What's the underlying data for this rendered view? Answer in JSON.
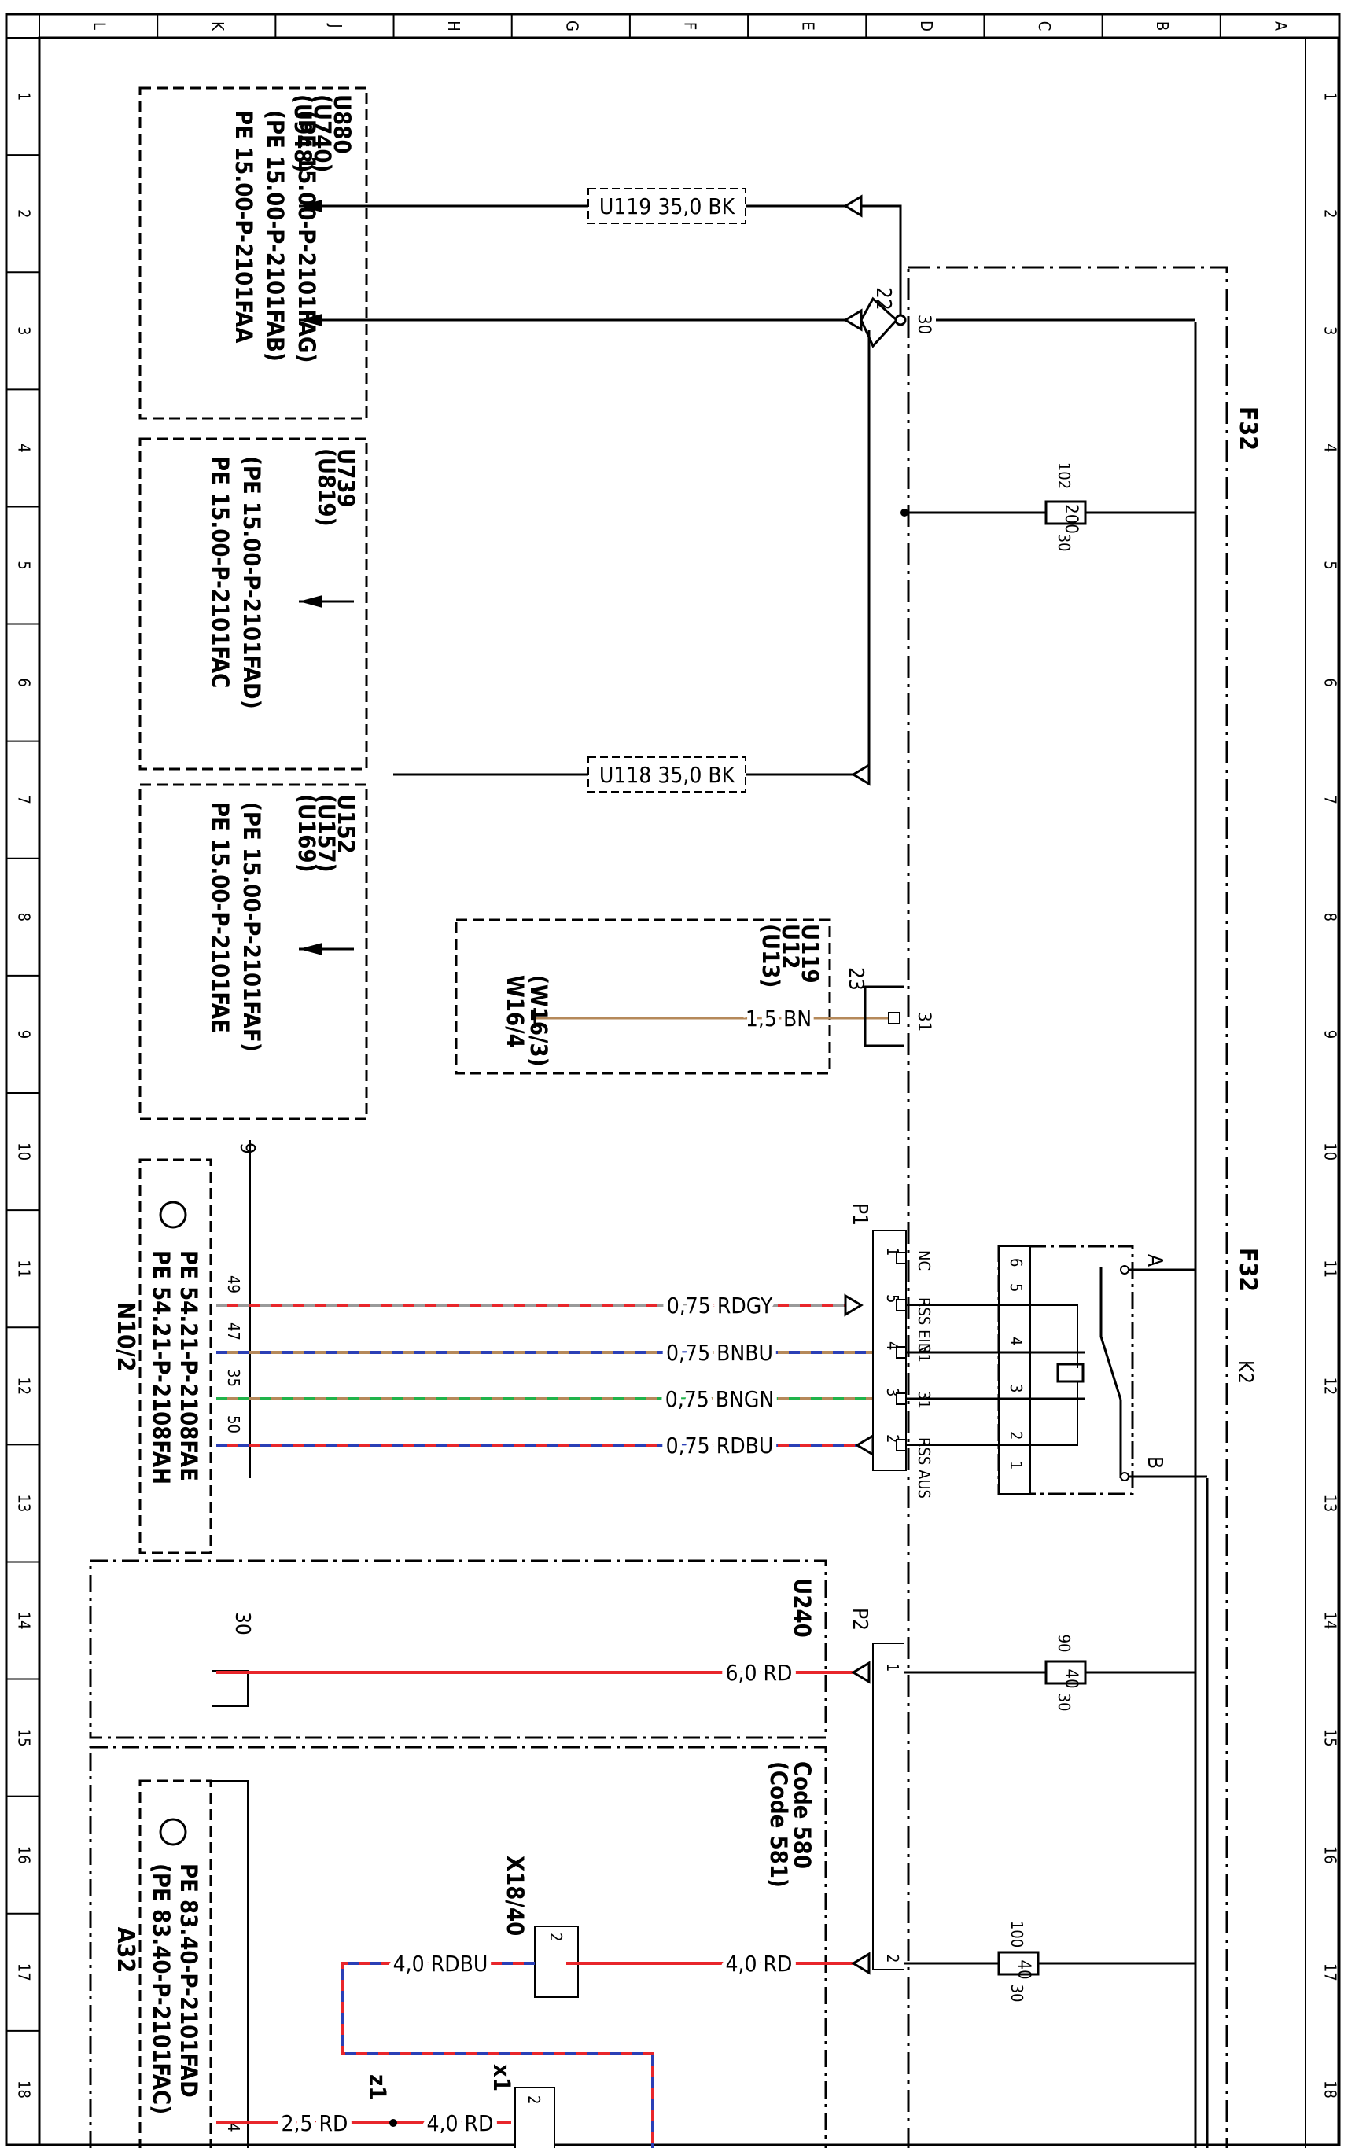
{
  "ruler": {
    "top": [
      "L",
      "K",
      "J",
      "H",
      "G",
      "F",
      "E",
      "D",
      "C",
      "B",
      "A"
    ],
    "sides": [
      "1",
      "2",
      "3",
      "4",
      "5",
      "6",
      "7",
      "8",
      "9",
      "10",
      "11",
      "12",
      "13",
      "14",
      "15",
      "16",
      "17",
      "18"
    ]
  },
  "box_u880": {
    "codes": [
      "U880",
      "(U740)",
      "(U948)"
    ],
    "refs": [
      "PE 15.00-P-2101FAA",
      "(PE 15.00-P-2101FAB)",
      "(PE 15.00-P-2101FAG)"
    ]
  },
  "box_u739": {
    "codes": [
      "U739",
      "(U819)"
    ],
    "refs": [
      "PE 15.00-P-2101FAC",
      "(PE 15.00-P-2101FAD)"
    ]
  },
  "box_u152": {
    "codes": [
      "U152",
      "(U157)",
      "(U169)"
    ],
    "refs": [
      "PE 15.00-P-2101FAE",
      "(PE 15.00-P-2101FAF)"
    ]
  },
  "box_u119": {
    "codes": [
      "U119",
      "U12",
      "(U13)"
    ],
    "component": "W16/4",
    "component_alt": "(W16/3)"
  },
  "box_n10": {
    "label": "N10/2",
    "refs": [
      "PE 54.21-P-2108FAE",
      "PE 54.21-P-2108FAH"
    ],
    "pin_group": "9",
    "pins": [
      "49",
      "47",
      "35",
      "50"
    ]
  },
  "box_u240": {
    "code": "U240",
    "pin": "30"
  },
  "box_code": {
    "codes": [
      "Code 580",
      "(Code 581)"
    ]
  },
  "box_a32": {
    "label": "A32",
    "refs": [
      "PE 83.40-P-2101FAD",
      "(PE 83.40-P-2101FAC)"
    ],
    "pin": "4"
  },
  "wires": {
    "u119": "U119  35,0 BK",
    "u118": "U118  35,0 BK",
    "bn": "1,5 BN",
    "rdgy": "0,75 RDGY",
    "bnbu": "0,75 BNBU",
    "bngn": "0,75 BNGN",
    "rdbu": "0,75 RDBU",
    "rd6": "6,0 RD",
    "rd4": "4,0 RD",
    "rdbu4": "4,0 RDBU",
    "rd4b": "4,0 RD",
    "rd25": "2,5 RD"
  },
  "connectors": {
    "n22": "22",
    "n23": "23",
    "p1": "P1",
    "p2": "P2",
    "x18": "X18/40",
    "x1": "x1",
    "z1": "z1"
  },
  "pins": {
    "p30": "30",
    "p31": "31",
    "p22_2": "2",
    "x18_2": "2",
    "x1_2": "2",
    "p2_1": "1",
    "p2_2": "2"
  },
  "p1_pins": [
    {
      "num": "1",
      "name": "NC"
    },
    {
      "num": "5",
      "name": "RSS EIN"
    },
    {
      "num": "4",
      "name": "31"
    },
    {
      "num": "3",
      "name": "31"
    },
    {
      "num": "2",
      "name": "RSS AUS"
    }
  ],
  "fuse_module": {
    "label": "F32",
    "label2": "F32"
  },
  "fuses": [
    {
      "num": "102",
      "rating": "200",
      "pin": "30"
    },
    {
      "num": "90",
      "rating": "40",
      "pin": "30"
    },
    {
      "num": "100",
      "rating": "40",
      "pin": "30"
    }
  ],
  "relay": {
    "label": "K2",
    "term_a": "A",
    "term_b": "B",
    "pins": [
      "6",
      "5",
      "4",
      "3",
      "2",
      "1"
    ]
  },
  "colors": {
    "red": "#e8262b",
    "blue": "#2b3fb5",
    "green": "#21b34a",
    "grey": "#9a9a9a",
    "brown": "#b5895a",
    "line": "#000000"
  }
}
